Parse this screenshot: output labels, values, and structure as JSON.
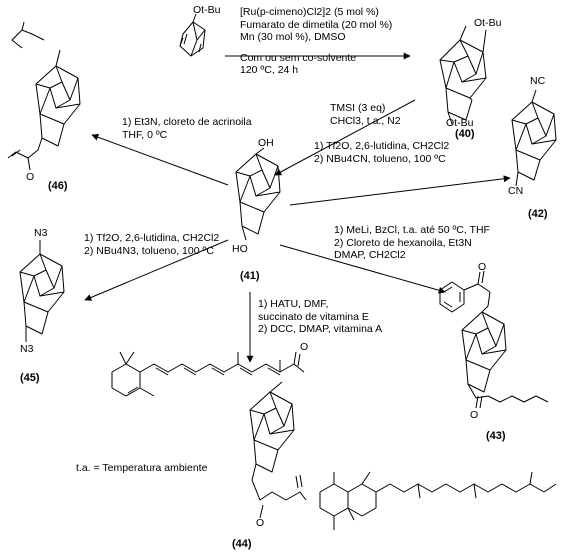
{
  "compounds": {
    "c40": "40",
    "c41": "41",
    "c42": "42",
    "c43": "43",
    "c44": "44",
    "c45": "45",
    "c46": "46"
  },
  "conditions": {
    "to40": [
      "[Ru(p-cimeno)Cl2]2 (5 mol %)",
      "Fumarato de dimetila (20 mol %)",
      "Mn (30 mol %), DMSO",
      "",
      "Com ou sem co-solvente",
      "120 ºC, 24 h"
    ],
    "to41": [
      "TMSI (3 eq)",
      "CHCl3, t.a., N2"
    ],
    "to42": [
      "1) Tf2O, 2,6-lutidina, CH2Cl2",
      "2) NBu4CN, tolueno, 100 ºC"
    ],
    "to46": [
      "1) Et3N, cloreto de acrinoila",
      "THF, 0 ºC"
    ],
    "to45": [
      "1) Tf2O, 2,6-lutidina, CH2Cl2",
      "2) NBu4N3, tolueno, 100 ºC"
    ],
    "to43": [
      "1) MeLi, BzCl, t.a. até 50 ºC, THF",
      "2) Cloreto de hexanoila, Et3N",
      "DMAP, CH2Cl2"
    ],
    "to44": [
      "1) HATU, DMF,",
      "succinato de vitamina E",
      "2) DCC, DMAP, vitamina A"
    ]
  },
  "atoms": {
    "otbu_sm": "Ot-Bu",
    "otbu_40a": "Ot-Bu",
    "otbu_40b": "Ot-Bu",
    "oh_41a": "OH",
    "ho_41b": "HO",
    "nc_42": "NC",
    "cn_42": "CN",
    "n3_45a": "N3",
    "n3_45b": "N3",
    "o": "O"
  },
  "footnote": "t.a. = Temperatura ambiente"
}
